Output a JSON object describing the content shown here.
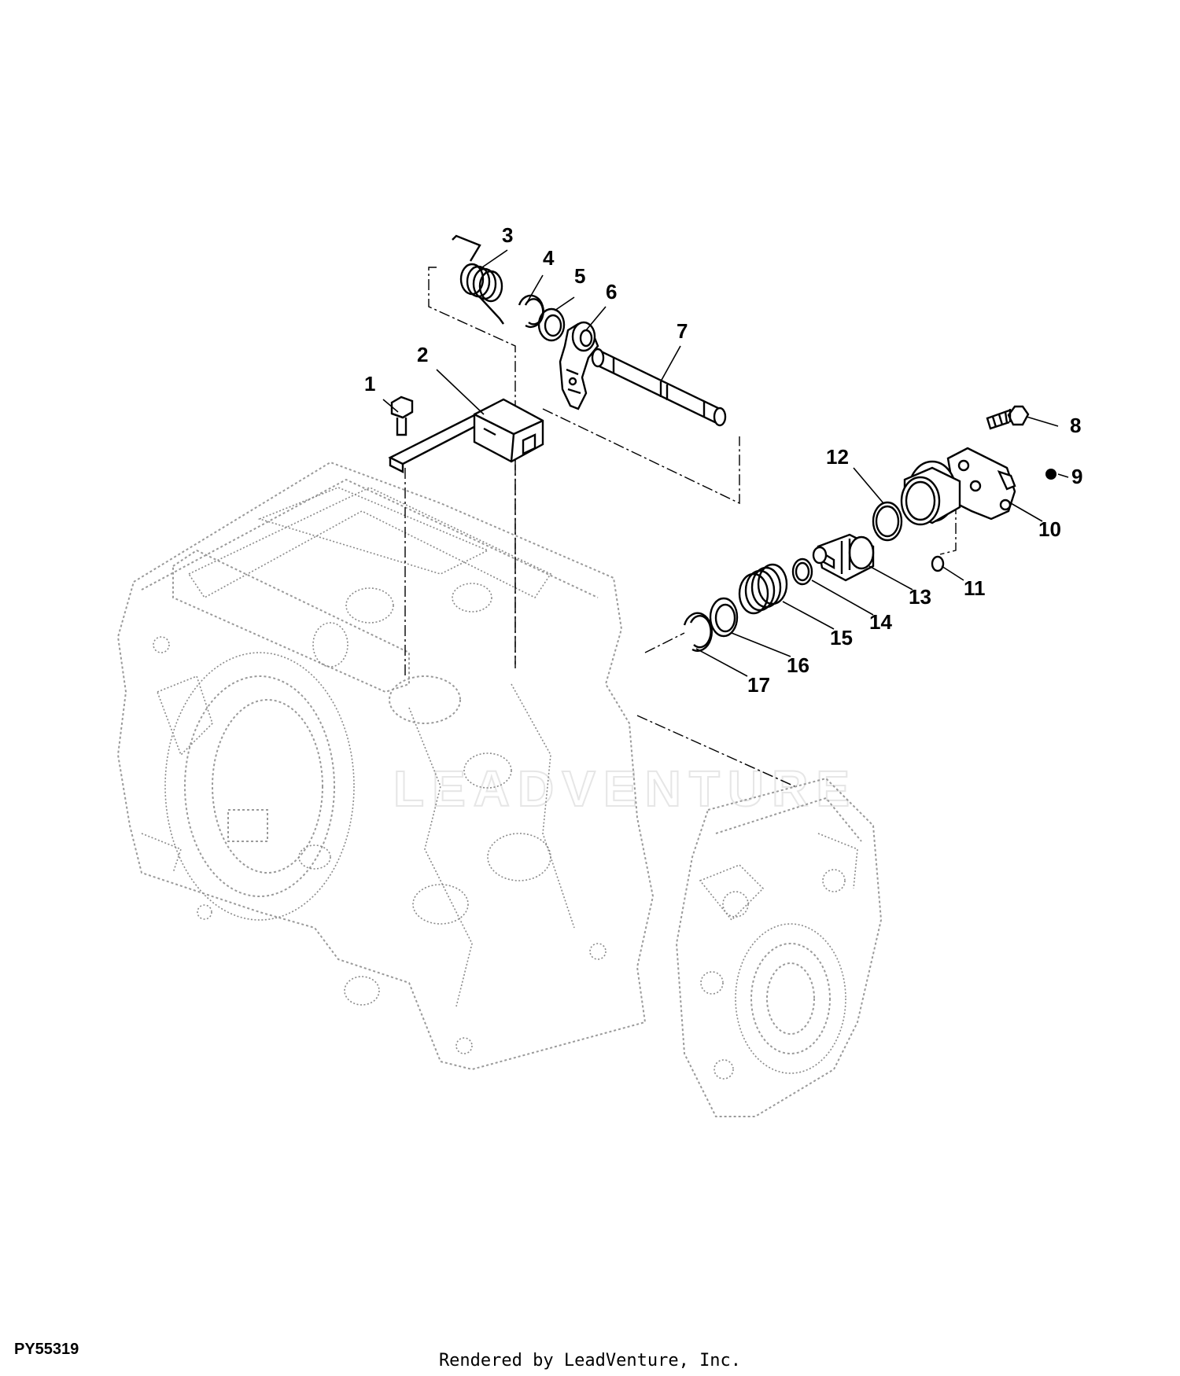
{
  "diagram": {
    "callouts": [
      "1",
      "2",
      "3",
      "4",
      "5",
      "6",
      "7",
      "8",
      "9",
      "10",
      "11",
      "12",
      "13",
      "14",
      "15",
      "16",
      "17"
    ],
    "watermark": "LEADVENTURE"
  },
  "footer": {
    "figure_id": "PY55319",
    "credit": "Rendered by LeadVenture, Inc."
  }
}
